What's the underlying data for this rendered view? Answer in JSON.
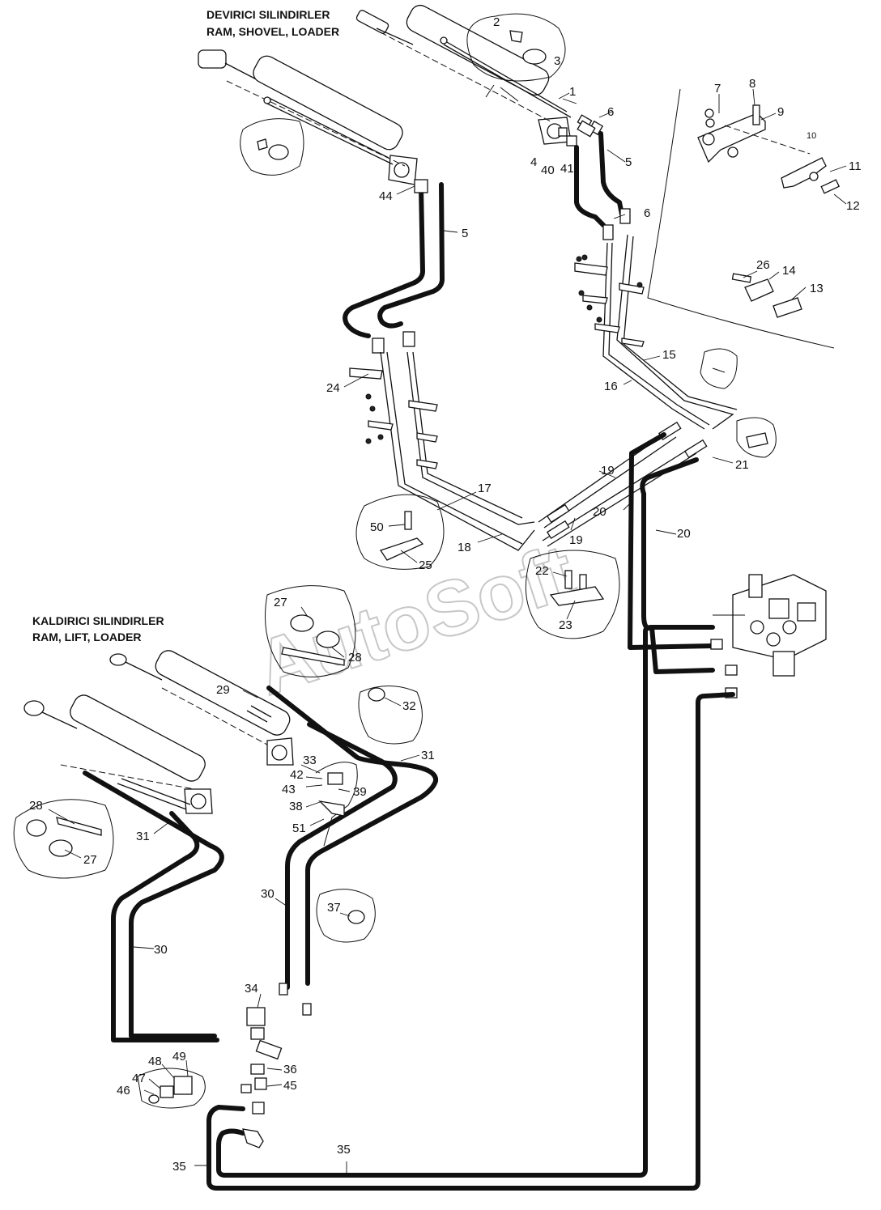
{
  "titles": {
    "shovel_line1": "DEVIRICI SILINDIRLER",
    "shovel_line2": "RAM, SHOVEL, LOADER",
    "lift_line1": "KALDIRICI SILINDIRLER",
    "lift_line2": "RAM, LIFT, LOADER"
  },
  "watermark": "AutoSoft",
  "callouts": {
    "c1": "1",
    "c2": "2",
    "c3": "3",
    "c4": "4",
    "c5a": "5",
    "c5b": "5",
    "c6a": "6",
    "c6b": "6",
    "c7": "7",
    "c8": "8",
    "c9": "9",
    "c10": "10",
    "c11": "11",
    "c12": "12",
    "c13": "13",
    "c14": "14",
    "c15": "15",
    "c16": "16",
    "c17": "17",
    "c18": "18",
    "c19a": "19",
    "c19b": "19",
    "c20a": "20",
    "c20b": "20",
    "c21": "21",
    "c22": "22",
    "c23": "23",
    "c24": "24",
    "c25": "25",
    "c26": "26",
    "c27a": "27",
    "c27b": "27",
    "c28a": "28",
    "c28b": "28",
    "c29": "29",
    "c30a": "30",
    "c30b": "30",
    "c31a": "31",
    "c31b": "31",
    "c32": "32",
    "c33": "33",
    "c34": "34",
    "c35a": "35",
    "c35b": "35",
    "c36": "36",
    "c37": "37",
    "c38": "38",
    "c39": "39",
    "c40": "40",
    "c41": "41",
    "c42": "42",
    "c43": "43",
    "c44": "44",
    "c45": "45",
    "c46": "46",
    "c47": "47",
    "c48": "48",
    "c49": "49",
    "c50": "50",
    "c51": "51"
  }
}
